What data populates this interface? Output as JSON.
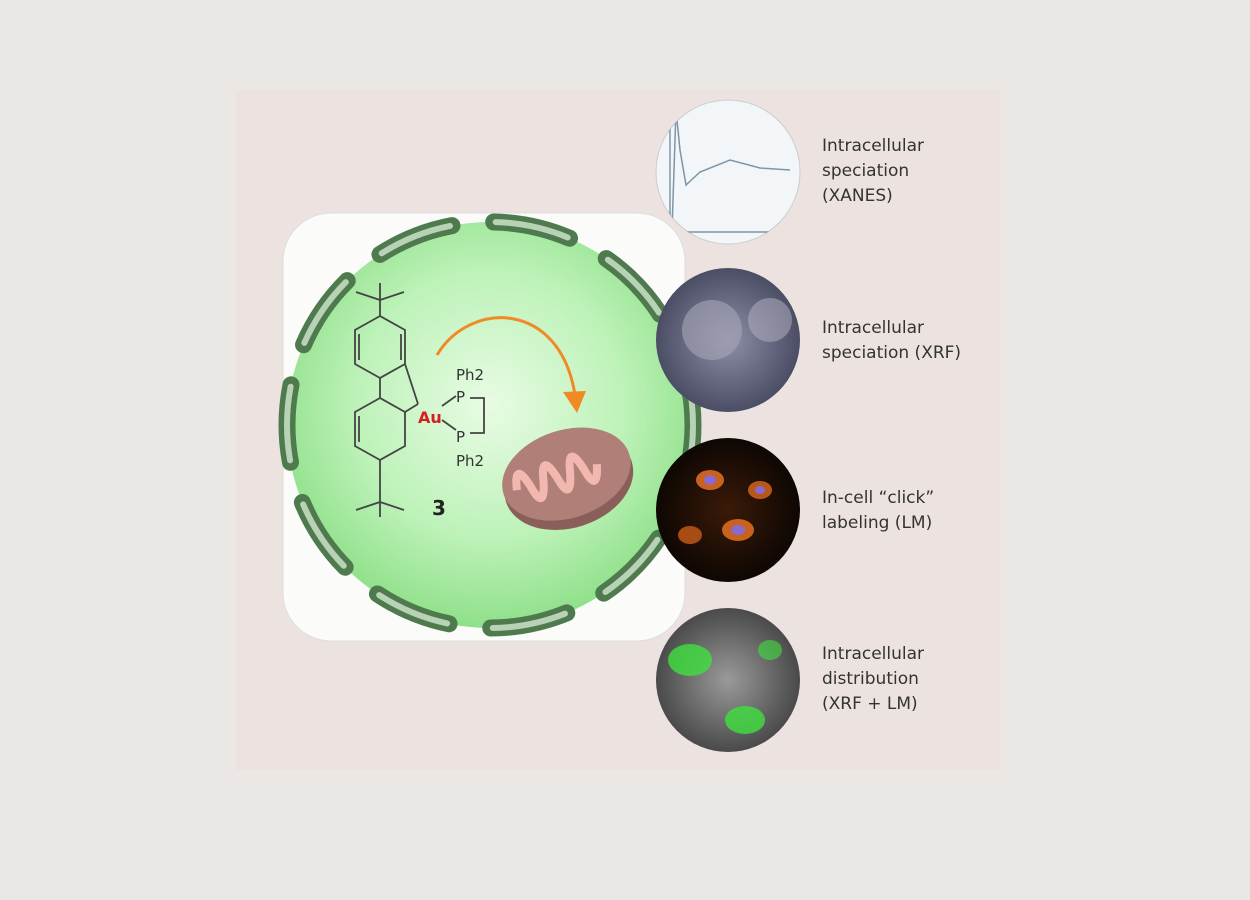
{
  "compound": {
    "metal": "Au",
    "ligand_top": "Ph2",
    "ligand_bottom": "Ph2",
    "phosphorus": "P",
    "number": "3"
  },
  "techniques": [
    {
      "line1": "Intracellular",
      "line2": "speciation",
      "line3": "(XANES)"
    },
    {
      "line1": "Intracellular",
      "line2": "speciation (XRF)",
      "line3": ""
    },
    {
      "line1": "In-cell “click”",
      "line2": "labeling (LM)",
      "line3": ""
    },
    {
      "line1": "Intracellular",
      "line2": "distribution",
      "line3": "(XRF + LM)"
    }
  ],
  "colors": {
    "cell": "#b4f0b0",
    "membrane": "#5f8a5f",
    "arrow": "#f08a24",
    "mitochondrion": "#b07f78",
    "gold": "#d42020"
  }
}
